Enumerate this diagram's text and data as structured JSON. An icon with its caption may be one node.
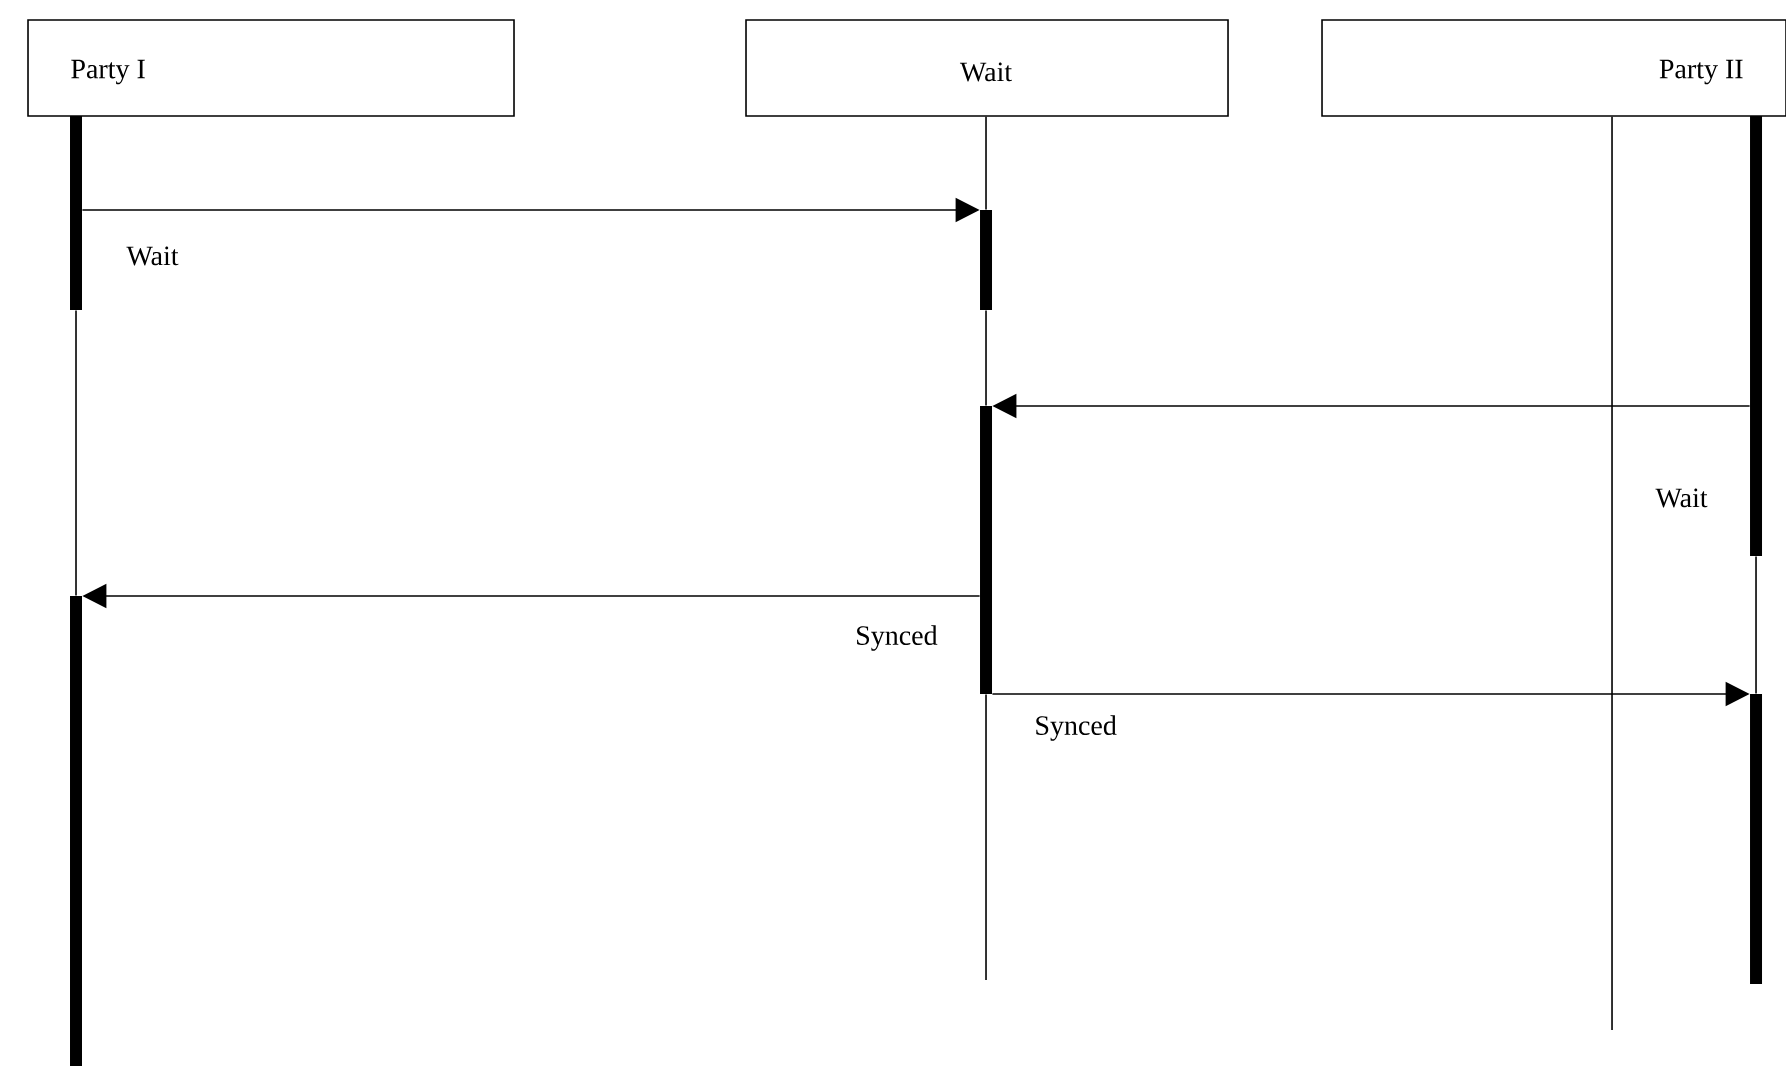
{
  "diagram": {
    "nodes": [
      {
        "text": [
          "Party I"
        ]
      },
      {
        "text": [
          "Wait"
        ]
      },
      {
        "text": [
          "Party II"
        ]
      },
      {
        "text": [],
        "shape": "bar"
      },
      {
        "text": [],
        "shape": "bar"
      },
      {
        "text": [],
        "shape": "bar"
      },
      {
        "text": [],
        "shape": "bar"
      },
      {
        "text": [],
        "shape": "bar"
      },
      {
        "text": [],
        "shape": "bar"
      }
    ],
    "edges": [
      {
        "from": 3,
        "to": 4,
        "arrow": "to",
        "label": "Wait"
      },
      {
        "from": 5,
        "to": 6,
        "arrow": "to",
        "label": "Wait"
      },
      {
        "from": 6,
        "to": 7,
        "arrow": "to",
        "label": "Synced"
      },
      {
        "from": 6,
        "to": 8,
        "arrow": "to",
        "label": "Synced"
      },
      {
        "from": 3,
        "to": 7,
        "arrow": "none"
      },
      {
        "from": 5,
        "to": 8,
        "arrow": "none"
      },
      {
        "from": 1,
        "to": 4,
        "arrow": "none"
      },
      {
        "from": 4,
        "to": 6,
        "arrow": "none"
      },
      {
        "from": 6,
        "to": null,
        "arrow": "none"
      },
      {
        "from": 2,
        "to": null,
        "arrow": "none"
      }
    ]
  }
}
